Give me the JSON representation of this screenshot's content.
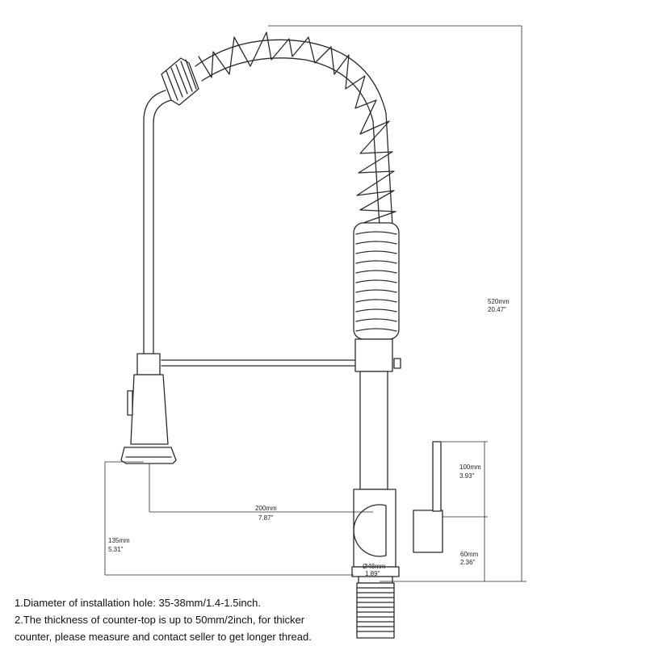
{
  "dimensions": {
    "total_height": {
      "mm": "520mm",
      "inch": "20.47\""
    },
    "handle_height": {
      "mm": "100mm",
      "inch": "3.93\""
    },
    "base_height": {
      "mm": "60mm",
      "inch": "2.36\""
    },
    "spout_reach": {
      "mm": "200mm",
      "inch": "7.87\""
    },
    "spout_clearance": {
      "mm": "135mm",
      "inch": "5.31\""
    },
    "base_diameter": {
      "mm": "Ø48mm",
      "inch": "1.89\""
    }
  },
  "notes": [
    "1.Diameter of installation hole: 35-38mm/1.4-1.5inch.",
    "2.The thickness of counter-top is up to 50mm/2inch, for thicker counter, please measure and contact seller to get longer thread."
  ],
  "colors": {
    "line": "#2a2a2a",
    "background": "#ffffff"
  }
}
